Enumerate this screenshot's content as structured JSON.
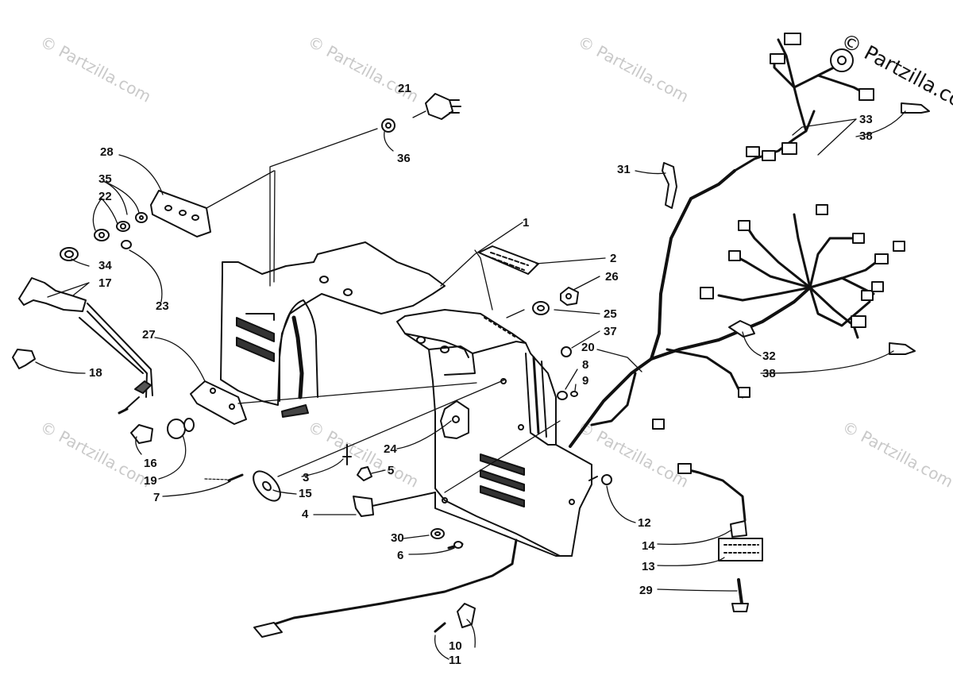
{
  "watermark": {
    "corner_text": "© Partzilla.co",
    "faint_text": "© Partzilla.com"
  },
  "callouts": {
    "c1": "1",
    "c2": "2",
    "c3": "3",
    "c4": "4",
    "c5": "5",
    "c6": "6",
    "c7": "7",
    "c8": "8",
    "c9": "9",
    "c10": "10",
    "c11": "11",
    "c12": "12",
    "c13": "13",
    "c14": "14",
    "c15": "15",
    "c16": "16",
    "c17": "17",
    "c18": "18",
    "c19": "19",
    "c20": "20",
    "c21": "21",
    "c22": "22",
    "c23": "23",
    "c24": "24",
    "c25": "25",
    "c26": "26",
    "c27": "27",
    "c28": "28",
    "c29": "29",
    "c30": "30",
    "c31": "31",
    "c32": "32",
    "c33": "33",
    "c34": "34",
    "c35": "35",
    "c36": "36",
    "c37": "37",
    "c38a": "38",
    "c38b": "38"
  },
  "colors": {
    "ink": "#111111",
    "watermark": "#c9c9c9",
    "background": "#ffffff"
  }
}
